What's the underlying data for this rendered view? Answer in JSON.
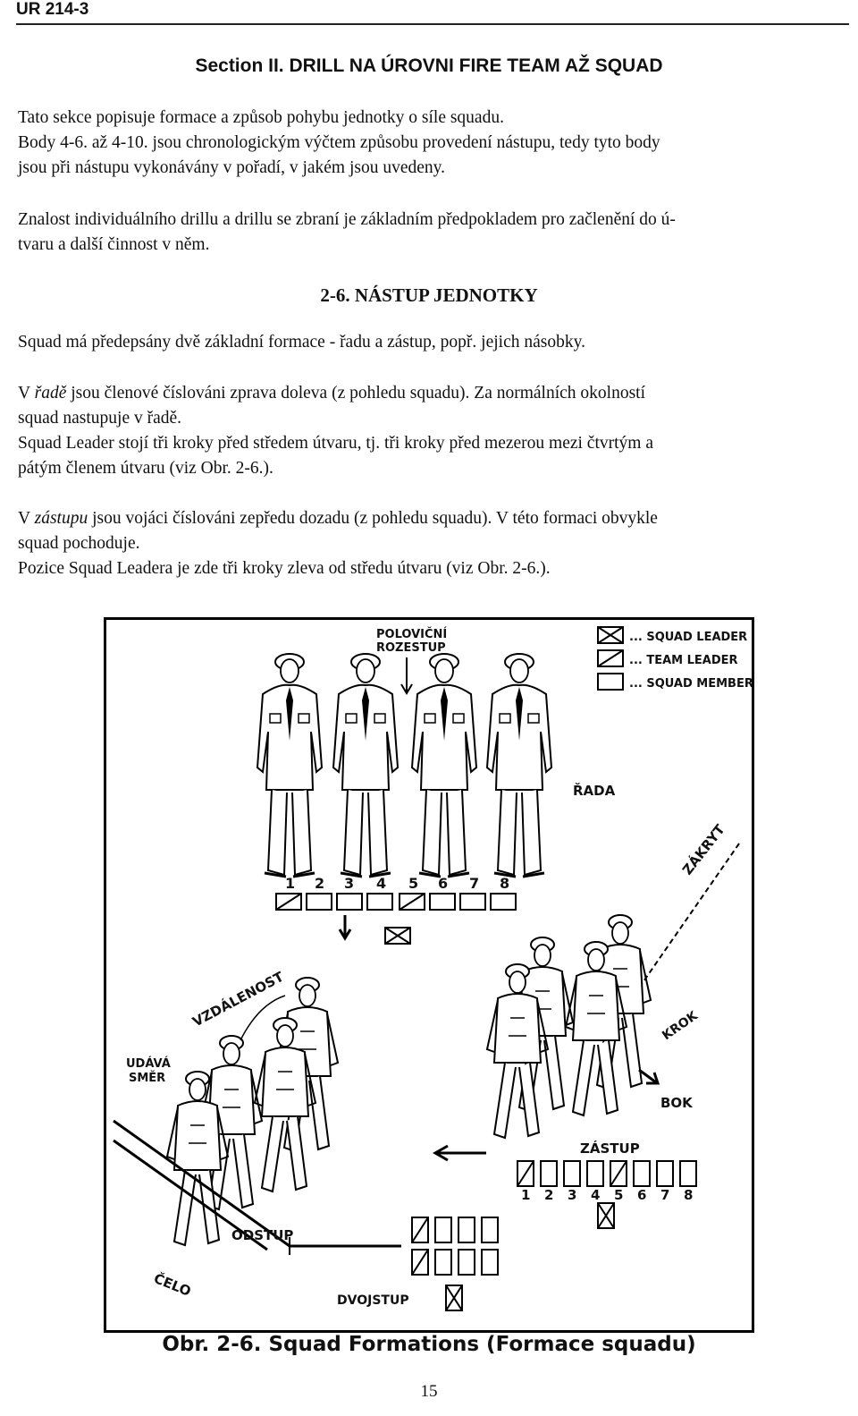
{
  "header": {
    "doc_id": "UR 214-3"
  },
  "section": {
    "title": "Section II. DRILL NA ÚROVNI FIRE TEAM AŽ SQUAD"
  },
  "paragraphs": {
    "p1_l1": "Tato sekce popisuje formace a způsob pohybu jednotky o síle squadu.",
    "p1_l2": "Body 4-6. až 4-10. jsou chronologickým výčtem způsobu provedení nástupu, tedy tyto body",
    "p1_l3": "jsou při nástupu vykonávány v pořadí, v jakém jsou uvedeny.",
    "p2_l1": "Znalost individuálního drillu a drillu se zbraní je základním předpokladem pro začlenění do ú-",
    "p2_l2": "tvaru a další činnost v něm.",
    "heading": "2-6. NÁSTUP JEDNOTKY",
    "p3": "Squad má předepsány dvě základní formace - řadu a zástup, popř. jejich násobky.",
    "p4_l1_pre": "V ",
    "p4_l1_em": "řadě",
    "p4_l1_post": " jsou členové číslováni zprava doleva (z pohledu squadu). Za normálních okolností",
    "p4_l2": "squad nastupuje v řadě.",
    "p5_l1": "Squad Leader stojí tři kroky před středem útvaru, tj. tři kroky před mezerou mezi čtvrtým a",
    "p5_l2": "pátým členem útvaru (viz Obr. 2-6.).",
    "p6_l1_pre": "V ",
    "p6_l1_em": "zástupu",
    "p6_l1_post": " jsou vojáci číslováni zepředu dozadu (z pohledu squadu). V této formaci obvykle",
    "p6_l2": "squad pochoduje.",
    "p7": "Pozice Squad Leadera je zde tři kroky zleva od středu útvaru (viz Obr. 2-6.)."
  },
  "figure": {
    "legend": {
      "squad_leader": "... SQUAD LEADER",
      "team_leader": "... TEAM LEADER",
      "squad_member": "... SQUAD MEMBER"
    },
    "labels": {
      "polovicni": "POLOVIČNÍ",
      "rozestup": "ROZESTUP",
      "rada": "ŘADA",
      "zakryt": "ZÁKRYT",
      "krok": "KROK",
      "bok": "BOK",
      "zastup": "ZÁSTUP",
      "vzdalenost": "VZDÁLENOST",
      "udava": "UDÁVÁ",
      "smer": "SMĚR",
      "odstup": "ODSTUP",
      "celo": "ČELO",
      "dvojstup": "DVOJSTUP"
    },
    "rank_numbers": [
      "1",
      "2",
      "3",
      "4",
      "5",
      "6",
      "7",
      "8"
    ],
    "file_numbers": [
      "1",
      "2",
      "3",
      "4",
      "5",
      "6",
      "7",
      "8"
    ]
  },
  "caption": "Obr. 2-6. Squad Formations (Formace squadu)",
  "page_number": "15"
}
